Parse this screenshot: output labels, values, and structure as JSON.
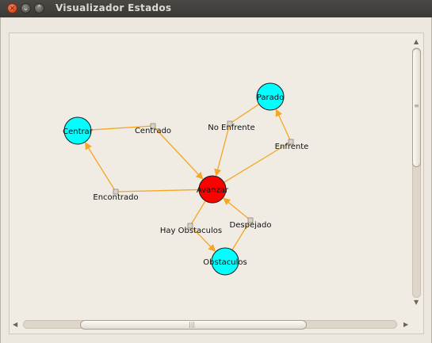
{
  "window": {
    "title": "Visualizador Estados",
    "close_glyph": "×",
    "minimize_glyph": "⌄",
    "maximize_glyph": "⌃"
  },
  "graph": {
    "nodes": [
      {
        "id": "avanzar",
        "label": "Avanzar",
        "color": "#ff0000"
      },
      {
        "id": "centrar",
        "label": "Centrar",
        "color": "#00ffff"
      },
      {
        "id": "parado",
        "label": "Parado",
        "color": "#00ffff"
      },
      {
        "id": "obstaculos",
        "label": "Obstaculos",
        "color": "#00ffff"
      }
    ],
    "transitions": [
      {
        "label": "Centrado",
        "from": "centrar",
        "to": "avanzar"
      },
      {
        "label": "No Enfrente",
        "from": "parado",
        "to": "avanzar"
      },
      {
        "label": "Enfrente",
        "from": "avanzar",
        "to": "parado"
      },
      {
        "label": "Encontrado",
        "from": "avanzar",
        "to": "centrar"
      },
      {
        "label": "Hay Obstaculos",
        "from": "avanzar",
        "to": "obstaculos"
      },
      {
        "label": "Despejado",
        "from": "obstaculos",
        "to": "avanzar"
      }
    ],
    "edge_color": "#f5a623"
  },
  "scrollbars": {
    "up_arrow": "▲",
    "down_arrow": "▼",
    "left_arrow": "◀",
    "right_arrow": "▶",
    "v_grip": "≡",
    "h_grip": "|||"
  }
}
